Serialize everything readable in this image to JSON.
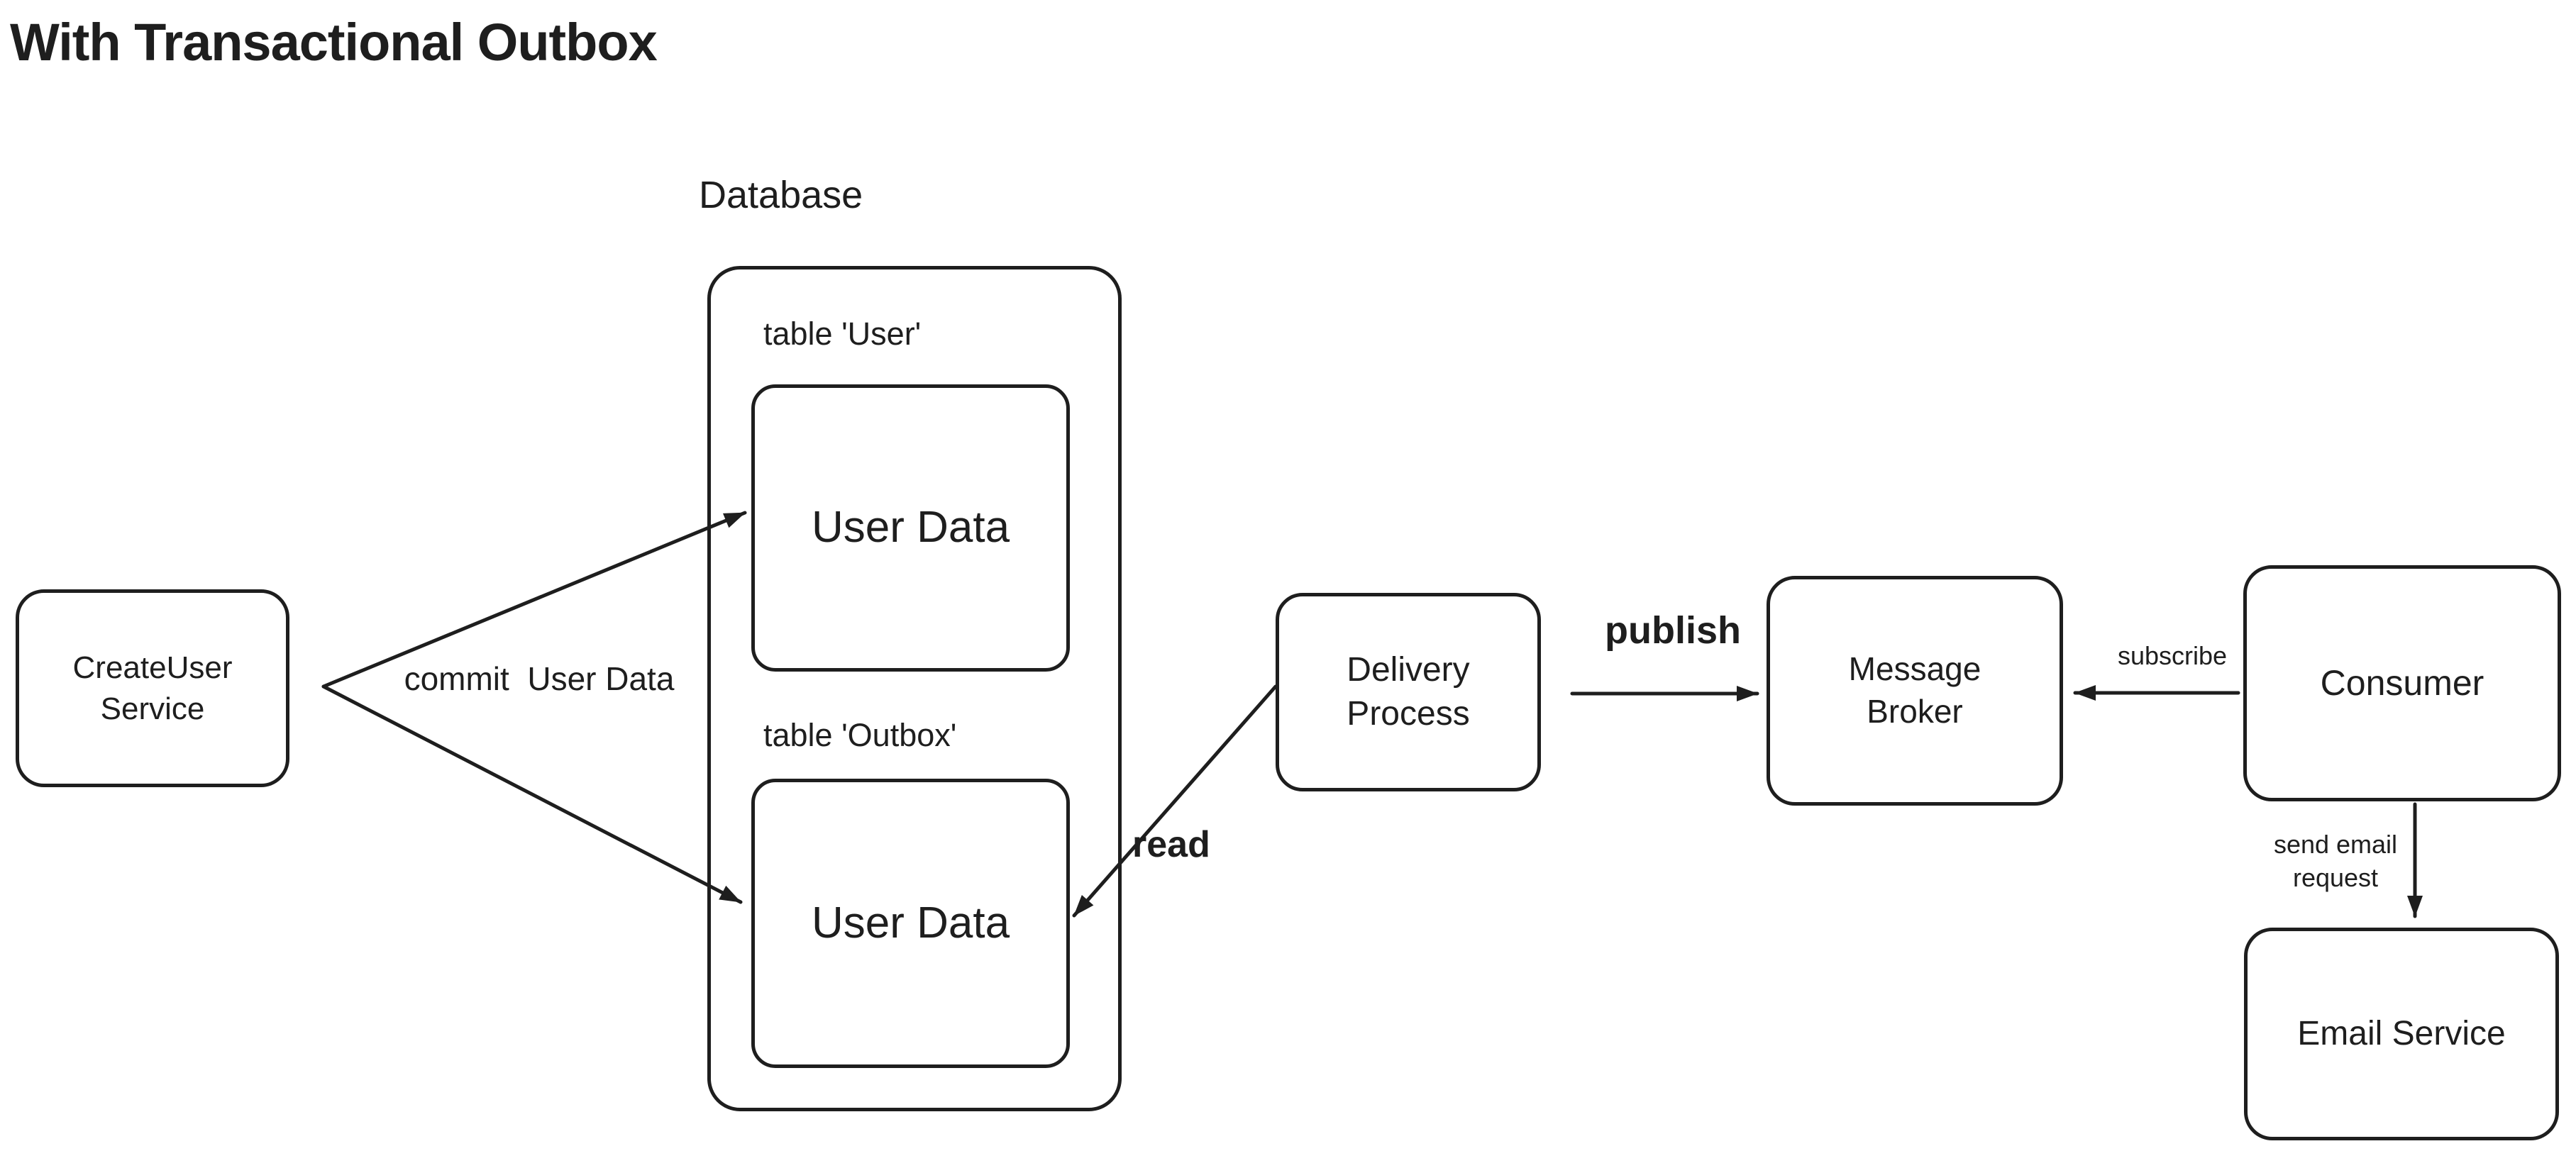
{
  "title": "With Transactional Outbox",
  "colors": {
    "stroke": "#1e1e1e",
    "background": "#ffffff"
  },
  "database": {
    "label": "Database",
    "tables": [
      {
        "caption": "table 'User'",
        "value": "User Data"
      },
      {
        "caption": "table 'Outbox'",
        "value": "User Data"
      }
    ]
  },
  "nodes": {
    "createuser": {
      "label": "CreateUser\nService"
    },
    "delivery": {
      "label": "Delivery\nProcess"
    },
    "broker": {
      "label": "Message\nBroker"
    },
    "consumer": {
      "label": "Consumer"
    },
    "email": {
      "label": "Email Service"
    }
  },
  "edges": {
    "commit": {
      "label": "commit  User Data"
    },
    "read": {
      "label": "read"
    },
    "publish": {
      "label": "publish"
    },
    "subscribe": {
      "label": "subscribe"
    },
    "send_email": {
      "label": "send email\nrequest"
    }
  }
}
